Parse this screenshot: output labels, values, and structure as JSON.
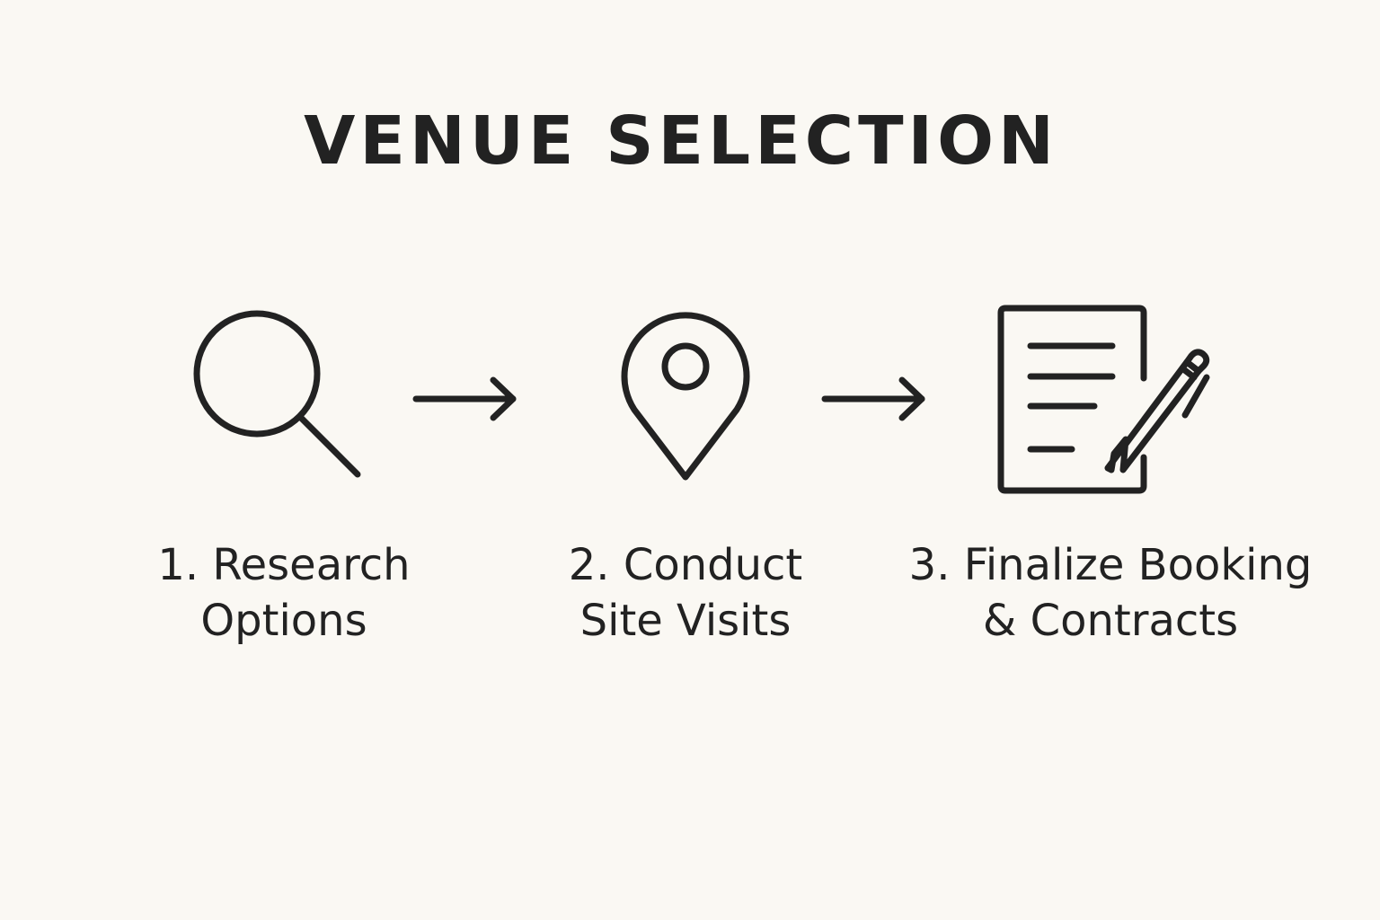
{
  "diagram": {
    "title": "VENUE SELECTION",
    "steps": [
      {
        "icon": "search-icon",
        "line1": "1. Research",
        "line2": "Options"
      },
      {
        "icon": "location-pin-icon",
        "line1": "2. Conduct",
        "line2": "Site Visits"
      },
      {
        "icon": "document-pencil-icon",
        "line1": "3. Finalize Booking",
        "line2": "& Contracts"
      }
    ],
    "arrows": [
      "arrow-right-icon",
      "arrow-right-icon"
    ],
    "colors": {
      "background": "#faf8f3",
      "ink": "#222222"
    }
  }
}
